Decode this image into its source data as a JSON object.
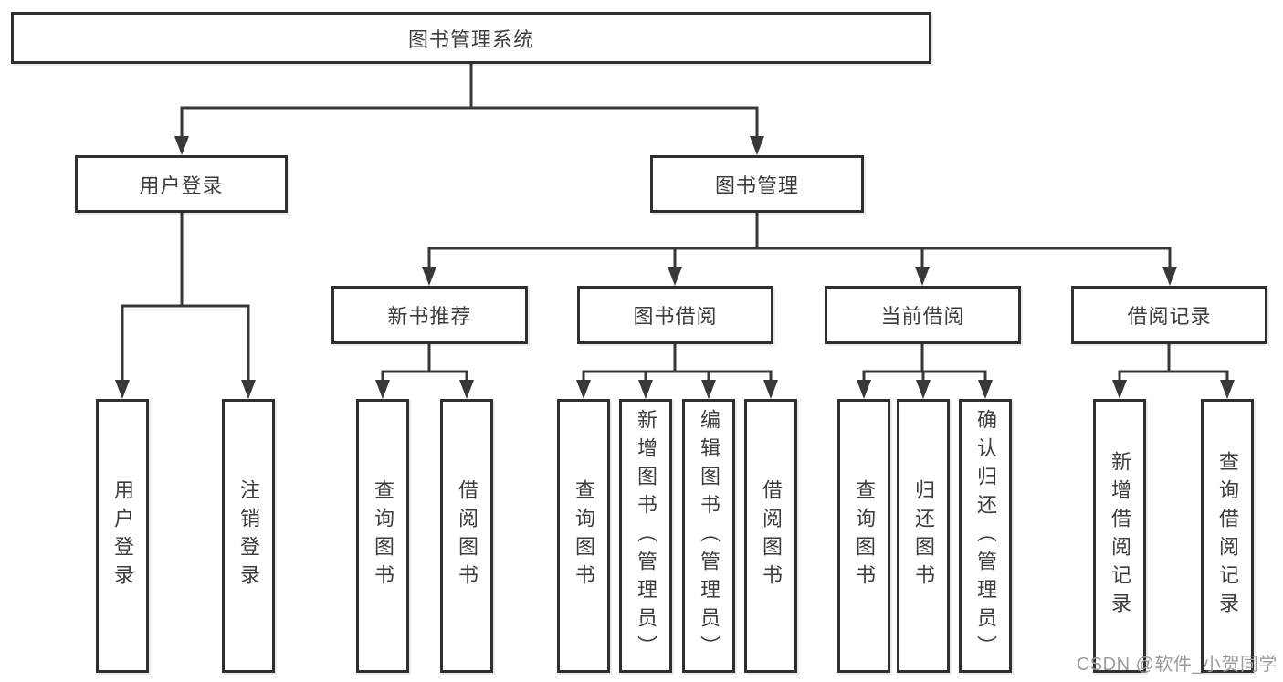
{
  "title": "图书管理系统",
  "level1": [
    {
      "label": "用户登录"
    },
    {
      "label": "图书管理"
    }
  ],
  "level2": [
    {
      "label": "新书推荐"
    },
    {
      "label": "图书借阅"
    },
    {
      "label": "当前借阅"
    },
    {
      "label": "借阅记录"
    }
  ],
  "leaves": [
    {
      "label": "用户登录"
    },
    {
      "label": "注销登录"
    },
    {
      "label": "查询图书"
    },
    {
      "label": "借阅图书"
    },
    {
      "label": "查询图书"
    },
    {
      "label": "新增图书（管理员）"
    },
    {
      "label": "编辑图书（管理员）"
    },
    {
      "label": "借阅图书"
    },
    {
      "label": "查询图书"
    },
    {
      "label": "归还图书"
    },
    {
      "label": "确认归还（管理员）"
    },
    {
      "label": "新增借阅记录"
    },
    {
      "label": "查询借阅记录"
    }
  ],
  "watermark": "CSDN @软件_小贺同学",
  "colors": {
    "line": "#383838",
    "border": "#2f2f2f",
    "text": "#3d3d3d",
    "watermark": "#9c9c9c",
    "background": "#ffffff"
  }
}
